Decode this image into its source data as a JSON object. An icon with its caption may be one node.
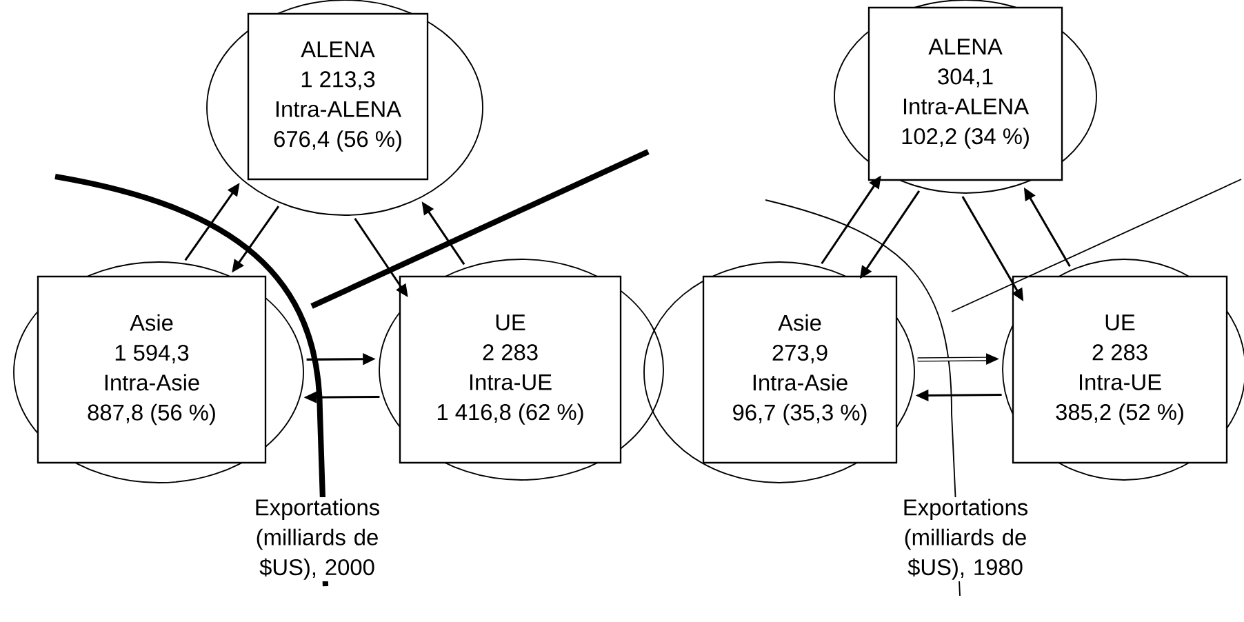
{
  "diagram": {
    "nodes": [
      {
        "text": [],
        "shape": "ellipse"
      },
      {
        "text": [
          "ALENA",
          "1 213,3",
          "Intra-ALENA",
          "676,4 (56 %)"
        ],
        "in": 0
      },
      {
        "text": [],
        "shape": "ellipse"
      },
      {
        "text": [
          "Asie",
          "1 594,3",
          "Intra-Asie",
          "887,8 (56 %)"
        ],
        "in": 2
      },
      {
        "text": [],
        "shape": "ellipse"
      },
      {
        "text": [
          "UE",
          "2 283",
          "Intra-UE",
          "1 416,8 (62 %)"
        ],
        "in": 4
      },
      {
        "text": [],
        "shape": "ellipse"
      },
      {
        "text": [
          "ALENA",
          "304,1",
          "Intra-ALENA",
          "102,2 (34 %)"
        ],
        "in": 6
      },
      {
        "text": [],
        "shape": "ellipse"
      },
      {
        "text": [
          "Asie",
          "273,9",
          "Intra-Asie",
          "96,7 (35,3 %)"
        ],
        "in": 8
      },
      {
        "text": [],
        "shape": "ellipse"
      },
      {
        "text": [
          "UE",
          "2 283",
          "Intra-UE",
          "385,2 (52 %)"
        ],
        "in": 10
      }
    ],
    "edges": [
      {
        "from": 2,
        "to": 0,
        "arrow": "to"
      },
      {
        "from": 0,
        "to": 2,
        "arrow": "to"
      },
      {
        "from": 0,
        "to": 4,
        "arrow": "to"
      },
      {
        "from": 4,
        "to": 0,
        "arrow": "to"
      },
      {
        "from": 2,
        "to": 4,
        "arrow": "to"
      },
      {
        "from": 4,
        "to": 2,
        "arrow": "to"
      },
      {
        "from": 8,
        "to": 6,
        "arrow": "to"
      },
      {
        "from": 6,
        "to": 8,
        "arrow": "to"
      },
      {
        "from": 6,
        "to": 10,
        "arrow": "to"
      },
      {
        "from": 10,
        "to": 6,
        "arrow": "to"
      },
      {
        "from": 8,
        "to": 10,
        "arrow": "to",
        "style": "thick"
      },
      {
        "from": 10,
        "to": 8,
        "arrow": "to"
      }
    ],
    "labels": [
      "Exportations (milliards de $US), 2000",
      "Exportations (milliards de $US), 1980"
    ]
  }
}
